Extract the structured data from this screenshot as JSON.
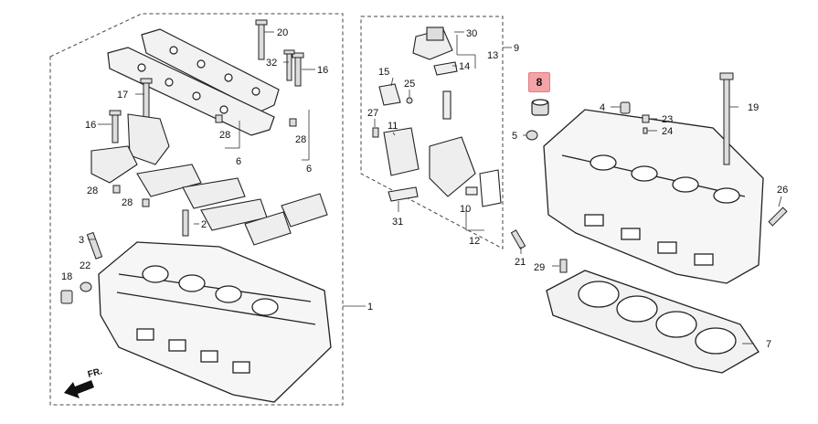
{
  "diagram": {
    "callouts": [
      "1",
      "2",
      "3",
      "4",
      "5",
      "6",
      "6",
      "7",
      "8",
      "9",
      "10",
      "11",
      "12",
      "13",
      "14",
      "15",
      "16",
      "16",
      "17",
      "18",
      "19",
      "20",
      "21",
      "22",
      "23",
      "24",
      "25",
      "26",
      "27",
      "28",
      "28",
      "28",
      "28",
      "29",
      "30",
      "31",
      "32"
    ],
    "highlighted_part": "8",
    "direction_label": "FR.",
    "highlight_color": "#f4a3a6"
  }
}
